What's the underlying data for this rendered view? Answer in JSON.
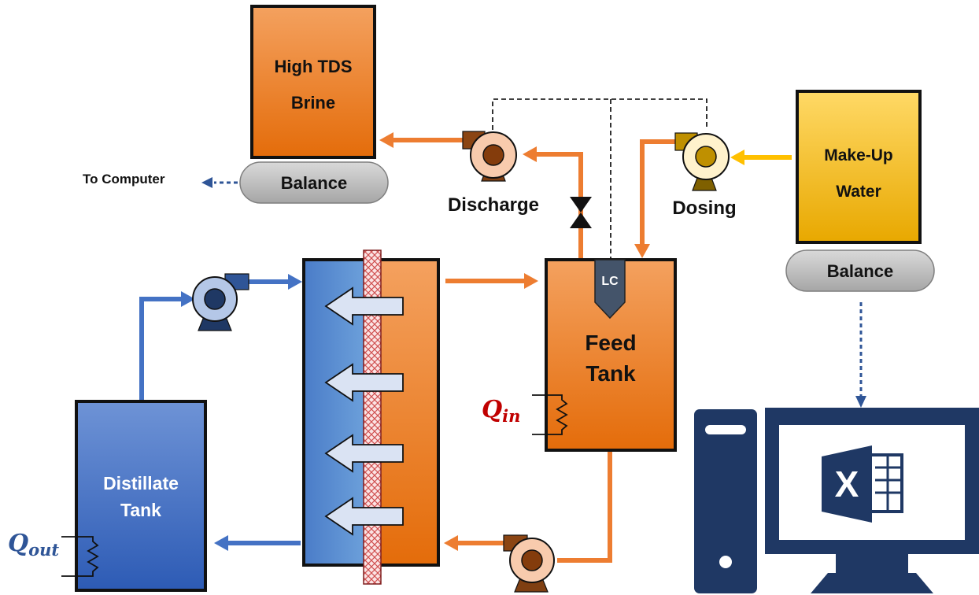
{
  "components": {
    "brine_tank": {
      "line1": "High TDS",
      "line2": "Brine"
    },
    "brine_balance": "Balance",
    "to_computer": "To Computer",
    "discharge_pump": "Discharge",
    "dosing_pump": "Dosing",
    "makeup_tank": {
      "line1": "Make-Up",
      "line2": "Water"
    },
    "makeup_balance": "Balance",
    "level_controller": "LC",
    "feed_tank": {
      "line1": "Feed",
      "line2": "Tank"
    },
    "distillate_tank": {
      "line1": "Distillate",
      "line2": "Tank"
    },
    "heat_in": {
      "symbol": "Q",
      "sub": "in"
    },
    "heat_out": {
      "symbol": "Q",
      "sub": "out"
    },
    "excel_logo": "X"
  },
  "colors": {
    "hot_stream": "#ED7D31",
    "cold_stream": "#4472C4",
    "makeup_stream": "#FFC000",
    "signal_line": "#2F5597",
    "outline": "#111111",
    "heat_label": "#C00000",
    "computer": "#1F3864"
  },
  "icons": [
    "pump-icon",
    "valve-icon",
    "level-controller-icon",
    "heater-coil-icon",
    "computer-tower-icon",
    "monitor-icon",
    "excel-icon",
    "membrane-icon"
  ]
}
